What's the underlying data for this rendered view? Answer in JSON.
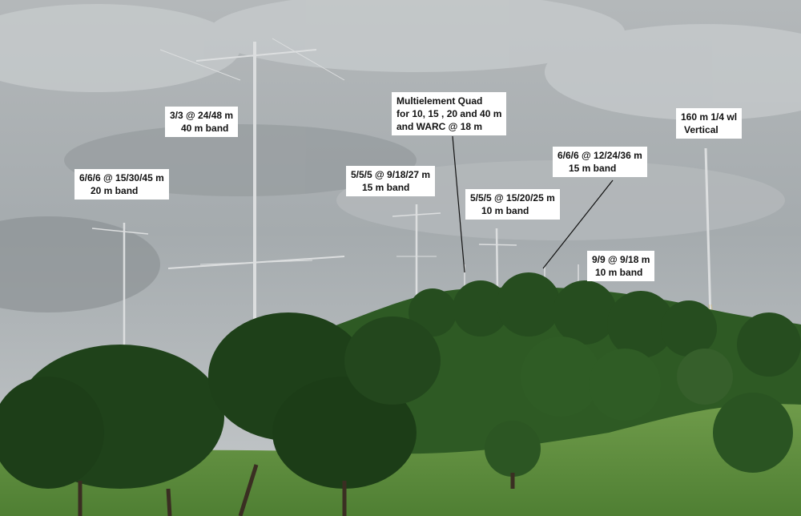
{
  "labels": {
    "ant_20m": {
      "line1": "6/6/6 @ 15/30/45 m",
      "line2": "20 m band"
    },
    "ant_40m": {
      "line1": "3/3 @ 24/48 m",
      "line2": "40 m band"
    },
    "ant_quad": {
      "line1": "Multielement Quad",
      "line2": "for 10, 15 , 20 and 40 m",
      "line3": "and WARC @ 18 m"
    },
    "ant_15m_a": {
      "line1": "5/5/5 @ 9/18/27 m",
      "line2": "15 m band"
    },
    "ant_10m_a": {
      "line1": "5/5/5 @ 15/20/25 m",
      "line2": "10 m band"
    },
    "ant_15m_b": {
      "line1": "6/6/6 @ 12/24/36 m",
      "line2": "15 m band"
    },
    "ant_10m_b": {
      "line1": "9/9 @ 9/18 m",
      "line2": "10 m band"
    },
    "ant_160m": {
      "line1": "160 m 1/4 wl",
      "line2": "Vertical"
    }
  },
  "colors": {
    "sky": "#a3a9ac",
    "cloud": "#c6cacc",
    "grass": "#5f8f3e",
    "foliage": "#2f5a25",
    "tower": "#d8dadb"
  }
}
